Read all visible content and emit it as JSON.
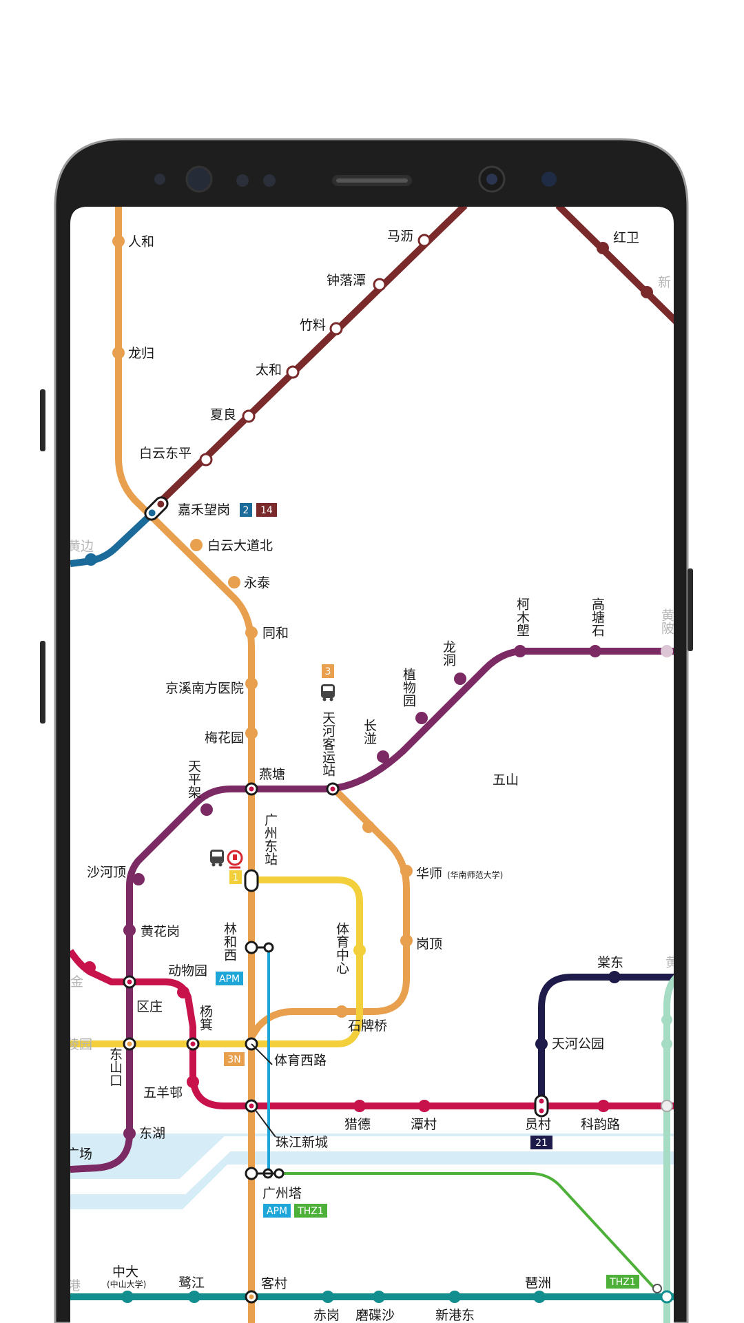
{
  "colors": {
    "line3": "#E8A04F",
    "line14": "#7A2A2A",
    "line2": "#1A6A9A",
    "line6": "#7C2A63",
    "line1": "#F2CF3B",
    "line5": "#C8124C",
    "line21": "#1E1A4A",
    "line7": "#A6DCC3",
    "apm": "#1EA6D8",
    "thz1": "#4DB038",
    "line8": "#138E8E",
    "water": "#D6EDF8",
    "rail": "#D7262E",
    "frame": "#1E1E1E"
  },
  "stations": {
    "renhe": "人和",
    "longgui": "龙归",
    "baiyundongping": "白云东平",
    "jiahewanggang": "嘉禾望岗",
    "baiyundadaobei": "白云大道北",
    "yongtai": "永泰",
    "tonghe": "同和",
    "jingxi": "京溪南方医院",
    "meihuayuan": "梅花园",
    "yantang": "燕塘",
    "xialiang": "夏良",
    "taihe": "太和",
    "zhuliao": "竹料",
    "zhongluotan": "钟落潭",
    "mali": "马沥",
    "honglei": "红卫",
    "xin": "新",
    "tianhekeyun": "天河客运站",
    "tianpingjia": "天平架",
    "changban": "长湴",
    "zhiwuyuan": "植物园",
    "longdong": "龙洞",
    "kemulang": "柯木塱",
    "gaotangshi": "高塘石",
    "huangbei": "黄陂",
    "wushan": "五山",
    "huashi": "华师",
    "huashi_note": "(华南师范大学)",
    "gangding": "岗顶",
    "shipaiqiao": "石牌桥",
    "guangzhoudong": "广州东站",
    "tiyuzhongxin": "体育中心",
    "linhexi": "林和西",
    "shahedings": "沙河顶",
    "huanghuagang": "黄花岗",
    "dongwuyuan": "动物园",
    "ouzhuang": "区庄",
    "yangji": "杨箕",
    "dongshankou": "东山口",
    "tiyuxilu": "体育西路",
    "wuyangcun": "五羊邨",
    "liede": "猎德",
    "tancun": "潭村",
    "yuancun": "员村",
    "keyunlu": "科韵路",
    "tianhegongyuan": "天河公园",
    "tangdong": "棠东",
    "huang_right": "黄",
    "donghu": "东湖",
    "zhujiangxincheng": "珠江新城",
    "guangzhouta": "广州塔",
    "kecun": "客村",
    "zhongda": "中大",
    "zhongda_note": "(中山大学)",
    "lujiang": "鹭江",
    "pazhou": "琶洲",
    "chigang": "赤岗",
    "modiesha": "磨碟沙",
    "xingangdong": "新港东",
    "huangbian": "黄边",
    "jin": "金",
    "lingyuan": "陵园",
    "guangchang": "广场",
    "gang": "港"
  },
  "badges": {
    "line2": "2",
    "line14": "14",
    "line3": "3",
    "line1": "1",
    "apm": "APM",
    "line3n": "3N",
    "line21": "21",
    "thz1": "THZ1"
  },
  "icons": {
    "bus": "bus-icon",
    "rail": "railway-station-icon",
    "speaker": "speaker-grille",
    "camera": "front-camera"
  }
}
